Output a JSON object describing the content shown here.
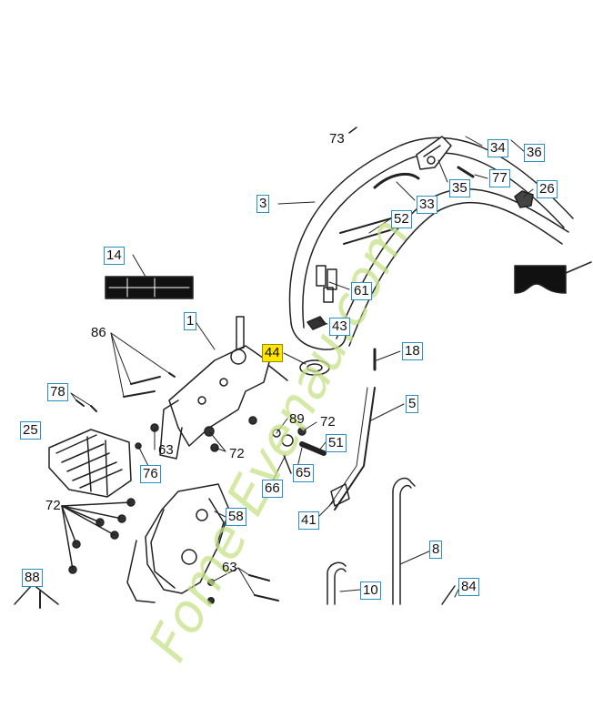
{
  "watermark": {
    "text": "Fome-Evenau.com",
    "color": "#c7e28a"
  },
  "colors": {
    "line": "#222222",
    "box_border": "#2a8fc4",
    "highlight": "#ffe500"
  },
  "callouts": {
    "c73": "73",
    "c34": "34",
    "c36": "36",
    "c77": "77",
    "c35": "35",
    "c26": "26",
    "c33": "33",
    "c3": "3",
    "c52": "52",
    "c14": "14",
    "c61": "61",
    "c43": "43",
    "c1": "1",
    "c86": "86",
    "c44": "44",
    "c18": "18",
    "c78": "78",
    "c5": "5",
    "c89": "89",
    "c72a": "72",
    "c25": "25",
    "c51": "51",
    "c63a": "63",
    "c72b": "72",
    "c76": "76",
    "c65": "65",
    "c66": "66",
    "c72c": "72",
    "c58": "58",
    "c41": "41",
    "c8": "8",
    "c63b": "63",
    "c88": "88",
    "c84": "84",
    "c10": "10"
  }
}
